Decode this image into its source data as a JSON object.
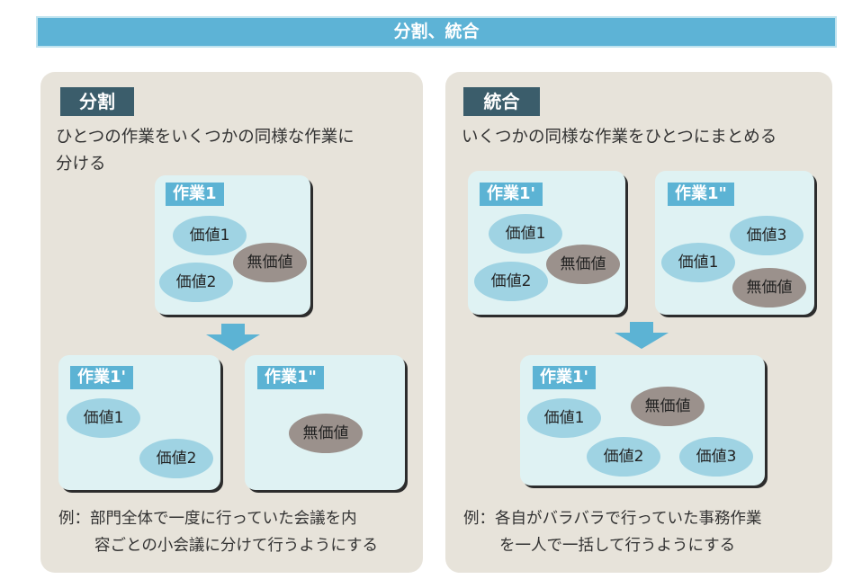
{
  "title": "分割、統合",
  "split": {
    "header": "分割",
    "desc_line1": "ひとつの作業をいくつかの同様な作業に",
    "desc_line2": "分ける",
    "source": {
      "tag": "作業1",
      "values": [
        "価値1",
        "無価値",
        "価値2"
      ]
    },
    "result_a": {
      "tag": "作業1'",
      "values": [
        "価値1",
        "価値2"
      ]
    },
    "result_b": {
      "tag": "作業1\"",
      "values": [
        "無価値"
      ]
    },
    "example_line1": "例：部門全体で一度に行っていた会議を内",
    "example_line2": "容ごとの小会議に分けて行うようにする"
  },
  "merge": {
    "header": "統合",
    "desc": "いくつかの同様な作業をひとつにまとめる",
    "source_a": {
      "tag": "作業1'",
      "values": [
        "価値1",
        "無価値",
        "価値2"
      ]
    },
    "source_b": {
      "tag": "作業1\"",
      "values": [
        "価値3",
        "価値1",
        "無価値"
      ]
    },
    "result": {
      "tag": "作業1'",
      "values": [
        "無価値",
        "価値1",
        "価値2",
        "価値3"
      ]
    },
    "example_line1": "例：各自がバラバラで行っていた事務作業",
    "example_line2": "を一人で一括して行うようにする"
  },
  "colors": {
    "accent": "#5cb3d4",
    "header": "#3b5d6b",
    "value": "#9fd3e3",
    "no_value": "#9b918c",
    "panel": "#e7e3da"
  }
}
